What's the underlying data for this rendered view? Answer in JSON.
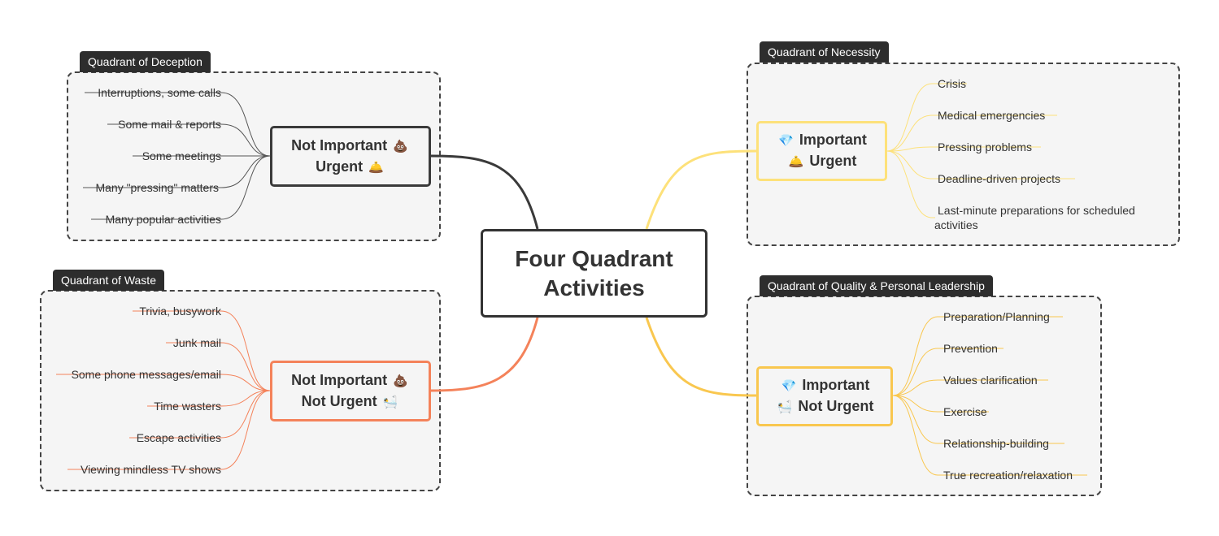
{
  "central": {
    "line1": "Four Quadrant",
    "line2": "Activities"
  },
  "icons": {
    "poop": "💩",
    "bell": "🛎️",
    "bath": "🛀",
    "gem": "💎"
  },
  "colors": {
    "deception": "#3a3a3a",
    "necessity": "#fde17a",
    "waste": "#f4825a",
    "quality": "#f9c74f"
  },
  "quadrants": {
    "deception": {
      "tag": "Quadrant of Deception",
      "node_line1": "Not Important",
      "node_line2": "Urgent",
      "items": [
        "Interruptions, some calls",
        "Some mail & reports",
        "Some meetings",
        "Many \"pressing\" matters",
        "Many popular activities"
      ]
    },
    "necessity": {
      "tag": "Quadrant of Necessity",
      "node_line1": "Important",
      "node_line2": "Urgent",
      "items": [
        "Crisis",
        "Medical emergencies",
        "Pressing problems",
        "Deadline-driven projects",
        "Last-minute preparations for scheduled activities"
      ]
    },
    "waste": {
      "tag": "Quadrant of Waste",
      "node_line1": "Not Important",
      "node_line2": "Not Urgent",
      "items": [
        "Trivia, busywork",
        "Junk mail",
        "Some phone messages/email",
        "Time wasters",
        "Escape activities",
        "Viewing mindless TV shows"
      ]
    },
    "quality": {
      "tag": "Quadrant of Quality & Personal Leadership",
      "node_line1": "Important",
      "node_line2": "Not Urgent",
      "items": [
        "Preparation/Planning",
        "Prevention",
        "Values clarification",
        "Exercise",
        "Relationship-building",
        "True recreation/relaxation"
      ]
    }
  }
}
